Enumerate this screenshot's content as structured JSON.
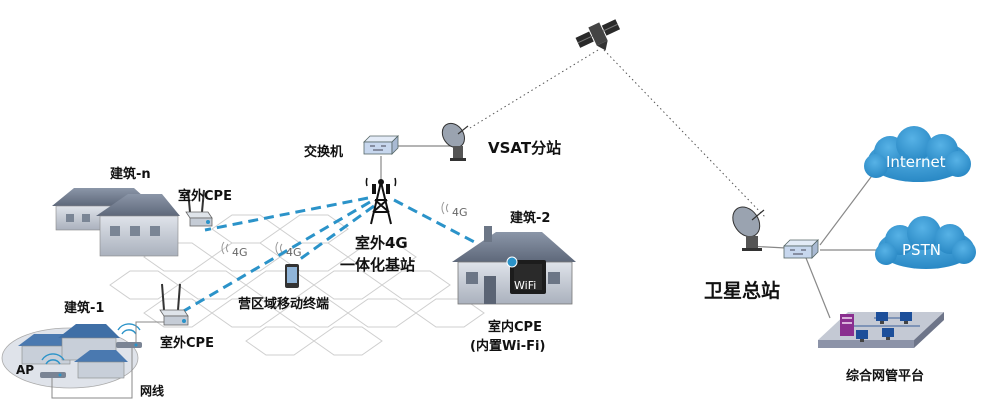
{
  "labels": {
    "vsat_station": "VSAT分站",
    "switch_left": "交换机",
    "base_station_line1": "室外4G",
    "base_station_line2": "一体化基站",
    "building_n": "建筑-n",
    "building_2": "建筑-2",
    "building_1": "建筑-1",
    "outdoor_cpe_top": "室外CPE",
    "outdoor_cpe_bottom": "室外CPE",
    "mobile_terminal": "营区域移动终端",
    "indoor_cpe_line1": "室内CPE",
    "indoor_cpe_line2": "(内置Wi-Fi)",
    "satellite_master": "卫星总站",
    "management_platform": "综合网管平台",
    "ap": "AP",
    "network_cable": "网线",
    "wifi_box": "WiFi"
  },
  "clouds": {
    "internet": "Internet",
    "pstn": "PSTN"
  },
  "signal_tags": [
    "4G",
    "4G",
    "4G"
  ],
  "icons": [
    "satellite-icon",
    "dish-antenna-icon",
    "switch-icon",
    "tower-icon",
    "house-icon",
    "cpe-device-icon",
    "phone-icon",
    "wifi-signal-icon",
    "ap-device-icon",
    "computer-icon",
    "server-icon"
  ],
  "colors": {
    "wireless_link": "#2b93c9",
    "cloud": "#2c8fc8",
    "switch_fill": "#c7d7ee",
    "hex_grid": "#d0d0d0",
    "platform": "#8c93a8"
  }
}
